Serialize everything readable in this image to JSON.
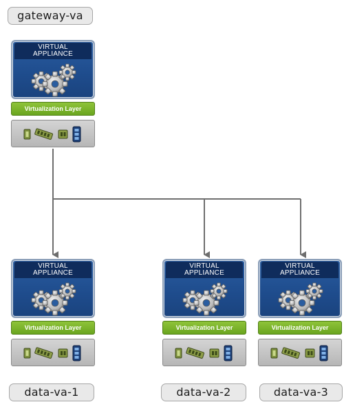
{
  "nodes": {
    "gateway": {
      "name": "gateway-va"
    },
    "data1": {
      "name": "data-va-1"
    },
    "data2": {
      "name": "data-va-2"
    },
    "data3": {
      "name": "data-va-3"
    }
  },
  "appliance": {
    "title_line1": "VIRTUAL",
    "title_line2": "APPLIANCE",
    "layer_label": "Virtualization Layer"
  },
  "colors": {
    "appliance_blue": "#1f4d8e",
    "title_navy": "#0f2c5c",
    "layer_green": "#6aa51f",
    "hardware_gray": "#c2c2c2",
    "connector_gray": "#6e6e6e"
  }
}
